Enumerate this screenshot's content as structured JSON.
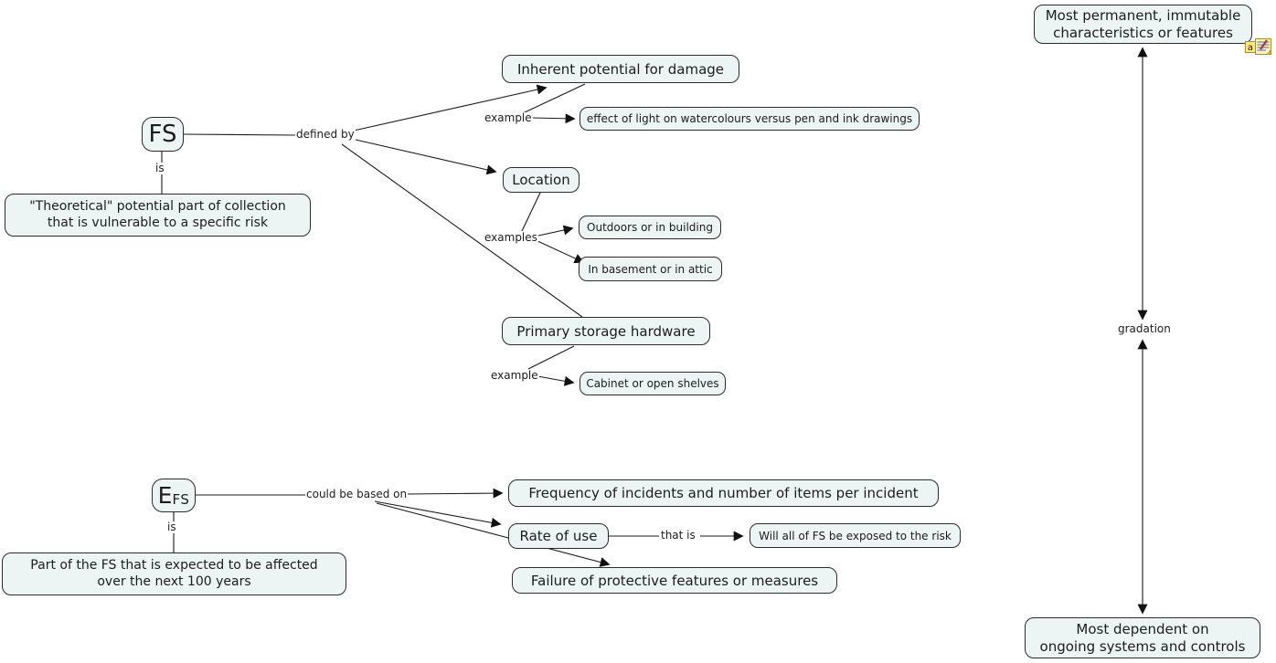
{
  "title": "Concept map: FS and EFS risk characteristics",
  "colors": {
    "background": "#ffffff",
    "node_fill": "#edf4f4",
    "node_border": "#2b2b2b",
    "connector": "#1a1a1a",
    "annotation_yellow": "#ffe87c",
    "annotation_fold": "#e6c34d",
    "annotation_lines_blue": "#3a6fd8",
    "annotation_pen_red": "#c0272d"
  },
  "nodes": {
    "fs": {
      "label": "FS"
    },
    "efs": {
      "main": "E",
      "sub": "FS"
    },
    "theoretical": {
      "label": "\"Theoretical\" potential part of collection\nthat is vulnerable to a specific risk"
    },
    "part_fs": {
      "label": "Part of the FS that is expected to be affected\nover the next 100 years"
    },
    "inherent": {
      "label": "Inherent potential for damage"
    },
    "effect_light": {
      "label": "effect of light on watercolours versus pen and ink drawings"
    },
    "location": {
      "label": "Location"
    },
    "outdoors": {
      "label": "Outdoors or in building"
    },
    "basement": {
      "label": "In basement or in attic"
    },
    "primary_storage": {
      "label": "Primary storage hardware"
    },
    "cabinet": {
      "label": "Cabinet or open shelves"
    },
    "frequency": {
      "label": "Frequency of incidents and number of items per incident"
    },
    "rate_of_use": {
      "label": "Rate of use"
    },
    "will_all": {
      "label": "Will all of FS be exposed to the risk"
    },
    "failure": {
      "label": "Failure of protective features or measures"
    },
    "most_permanent": {
      "label": "Most permanent, immutable\ncharacteristics or features"
    },
    "most_dependent": {
      "label": "Most dependent on\nongoing systems and controls"
    }
  },
  "linking_phrases": {
    "is_fs": "is",
    "is_efs": "is",
    "defined_by": "defined by",
    "example_damage": "example",
    "examples_location": "examples",
    "example_storage": "example",
    "could_be_based_on": "could be based on",
    "that_is": "that is",
    "gradation": "gradation"
  },
  "icons": {
    "annotation": "annotation-note-icon",
    "annotation_letter": "a"
  }
}
